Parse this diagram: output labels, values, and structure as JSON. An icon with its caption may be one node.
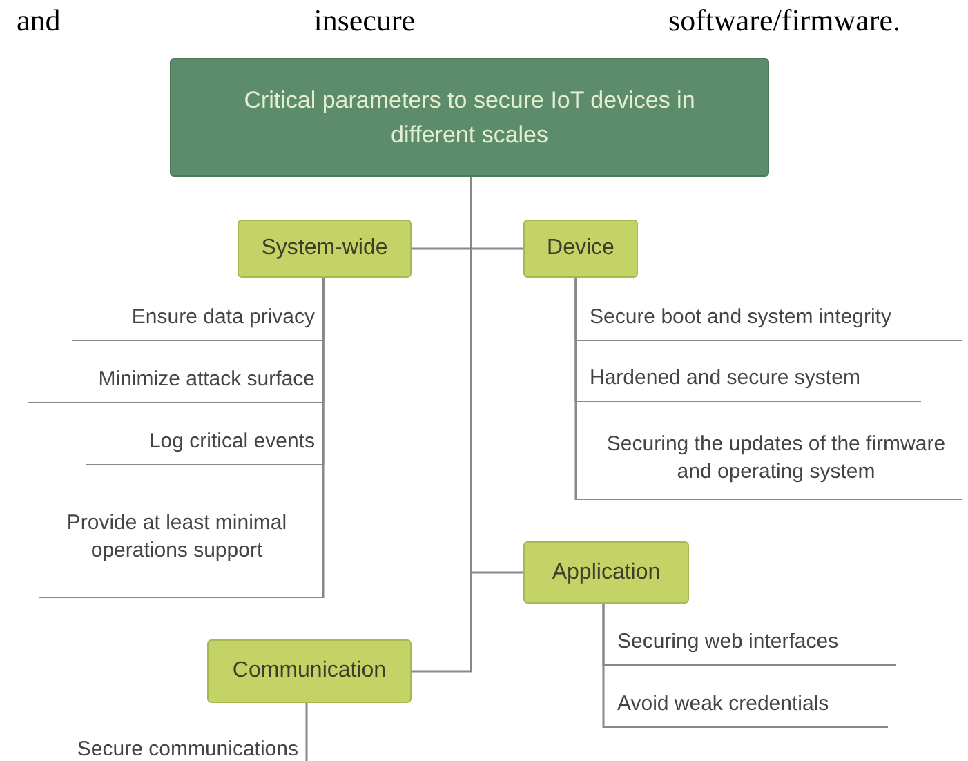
{
  "diagram": {
    "nodes": [
      {
        "text": [
          "Critical parameters to secure IoT devices in different scales"
        ]
      },
      {
        "text": [
          "System-wide"
        ]
      },
      {
        "text": [
          "Device"
        ]
      },
      {
        "text": [
          "Ensure data privacy"
        ]
      },
      {
        "text": [
          "Secure boot and system integrity"
        ]
      },
      {
        "text": [
          "Minimize attack surface"
        ]
      },
      {
        "text": [
          "Hardened and secure system"
        ]
      },
      {
        "text": [
          "Log critical events"
        ]
      },
      {
        "text": [
          "Securing the updates of the firmware and operating system"
        ]
      },
      {
        "text": [
          "Provide at least minimal operations support"
        ]
      },
      {
        "text": [
          "Application"
        ]
      },
      {
        "text": [
          "Securing web interfaces"
        ]
      },
      {
        "text": [
          "Communication"
        ]
      },
      {
        "text": [
          "Avoid weak credentials"
        ]
      },
      {
        "text": [
          "Secure communications"
        ]
      }
    ],
    "edges": [
      {
        "from": 0,
        "to": 1,
        "arrow": "none"
      },
      {
        "from": 0,
        "to": 2,
        "arrow": "none"
      },
      {
        "from": 0,
        "to": 10,
        "arrow": "none"
      },
      {
        "from": 0,
        "to": 12,
        "arrow": "none"
      },
      {
        "from": 1,
        "to": 3,
        "arrow": "none"
      },
      {
        "from": 1,
        "to": 5,
        "arrow": "none"
      },
      {
        "from": 1,
        "to": 7,
        "arrow": "none"
      },
      {
        "from": 1,
        "to": 9,
        "arrow": "none"
      },
      {
        "from": 2,
        "to": 4,
        "arrow": "none"
      },
      {
        "from": 2,
        "to": 6,
        "arrow": "none"
      },
      {
        "from": 2,
        "to": 8,
        "arrow": "none"
      },
      {
        "from": 10,
        "to": 11,
        "arrow": "none"
      },
      {
        "from": 10,
        "to": 13,
        "arrow": "none"
      },
      {
        "from": 12,
        "to": 14,
        "arrow": "none"
      }
    ],
    "labels": [
      "and insecure software/firmware."
    ]
  }
}
